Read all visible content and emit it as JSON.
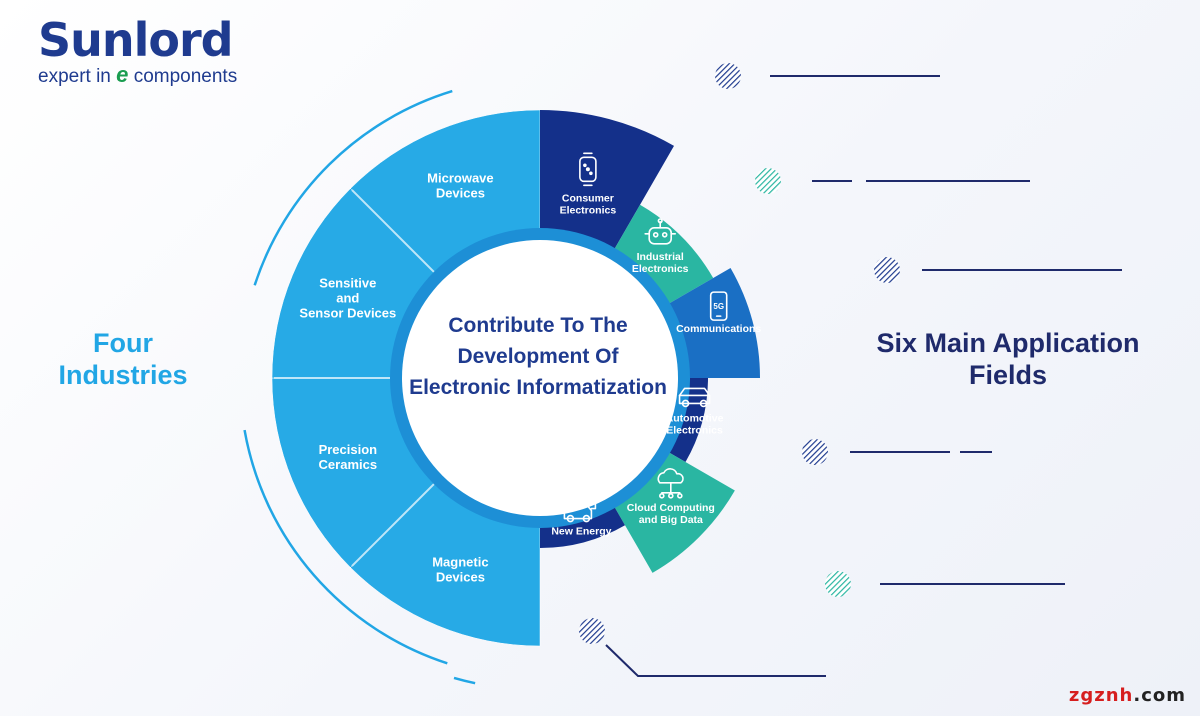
{
  "brand": {
    "name": "Sunlord",
    "tagline_before": "expert in",
    "tagline_e": "e",
    "tagline_after": "components",
    "color": "#1f3b8f",
    "e_color": "#1a9d50"
  },
  "left_title": "Four Industries",
  "right_title": "Six Main Application Fields",
  "center_text": "Contribute To The Development Of Electronic Informatization",
  "industries": [
    {
      "lines": [
        "Magnetic",
        "Devices"
      ]
    },
    {
      "lines": [
        "Precision",
        "Ceramics"
      ]
    },
    {
      "lines": [
        "Sensitive",
        "and",
        "Sensor Devices"
      ]
    },
    {
      "lines": [
        "Microwave",
        "Devices"
      ]
    }
  ],
  "fields": [
    {
      "lines": [
        "Consumer",
        "Electronics"
      ],
      "icon": "smartwatch-icon",
      "color": "#14308a"
    },
    {
      "lines": [
        "Industrial",
        "Electronics"
      ],
      "icon": "robot-icon",
      "color": "#2ab6a2"
    },
    {
      "lines": [
        "Communications"
      ],
      "icon": "5g-phone-icon",
      "color": "#1a6fc4"
    },
    {
      "lines": [
        "Automotive",
        "Electronics"
      ],
      "icon": "car-icon",
      "color": "#14308a"
    },
    {
      "lines": [
        "Cloud Computing",
        "and Big Data"
      ],
      "icon": "cloud-network-icon",
      "color": "#2ab6a2"
    },
    {
      "lines": [
        "New Energy"
      ],
      "icon": "ev-charging-icon",
      "color": "#14308a"
    }
  ],
  "colors": {
    "industry_fill": "#27aae6",
    "industry_divider": "#bfe6f8",
    "center_fill": "#ffffff",
    "ring_inner": "#1d8fd6",
    "arc_accent": "#21a6e5",
    "navy": "#1f2a6b"
  },
  "watermark": {
    "part1": "zgznh",
    "part2": ".com"
  }
}
